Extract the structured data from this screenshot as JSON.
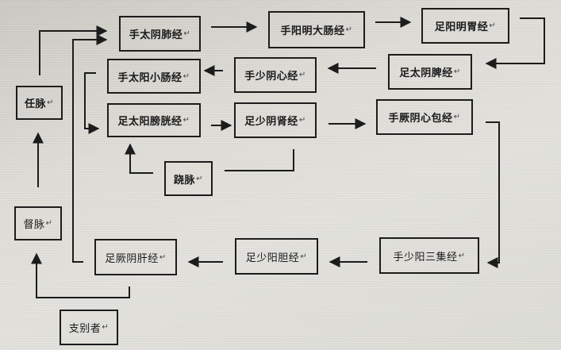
{
  "diagram": {
    "title": "",
    "paragraph_mark": "↵",
    "nodes": {
      "shou_taiyin_fei": "手太阴肺经",
      "shou_yangming_dachang": "手阳明大肠经",
      "zu_yangming_wei": "足阳明胃经",
      "zu_taiyin_pi": "足太阴脾经",
      "shou_shaoyin_xin": "手少阴心经",
      "shou_taiyang_xiaochang": "手太阳小肠经",
      "zu_taiyang_pangguang": "足太阳膀胱经",
      "zu_shaoyin_shen": "足少阴肾经",
      "shou_jueyin_xinbao": "手厥阴心包经",
      "ren_mai": "任脉",
      "qiao_mai": "跷脉",
      "du_mai": "督脉",
      "zu_jueyin_gan": "足厥阴肝经",
      "zu_shaoyang_dan": "足少阳胆经",
      "shou_shaoyang_sanjiao": "手少阳三集经",
      "zhi_bie_zhe": "支别者"
    },
    "edges": [
      {
        "from": "手太阴肺经",
        "to": "手阳明大肠经"
      },
      {
        "from": "手阳明大肠经",
        "to": "足阳明胃经"
      },
      {
        "from": "足阳明胃经",
        "to": "足太阴脾经"
      },
      {
        "from": "足太阴脾经",
        "to": "手少阴心经"
      },
      {
        "from": "手少阴心经",
        "to": "手太阳小肠经"
      },
      {
        "from": "手太阳小肠经",
        "to": "足太阳膀胱经"
      },
      {
        "from": "足太阳膀胱经",
        "to": "足少阴肾经"
      },
      {
        "from": "足少阴肾经",
        "to": "手厥阴心包经"
      },
      {
        "from": "手厥阴心包经",
        "to": "手少阳三集经"
      },
      {
        "from": "手少阳三集经",
        "to": "足少阳胆经"
      },
      {
        "from": "足少阳胆经",
        "to": "足厥阴肝经"
      },
      {
        "from": "足厥阴肝经",
        "to": "手太阴肺经"
      },
      {
        "from": "足少阴肾经",
        "to": "足太阳膀胱经",
        "via": "跷脉"
      },
      {
        "from": "督脉",
        "to": "任脉"
      },
      {
        "from": "任脉",
        "to": "手太阴肺经"
      },
      {
        "from": "足厥阴肝经",
        "to": "督脉",
        "label": "支别者"
      }
    ]
  }
}
